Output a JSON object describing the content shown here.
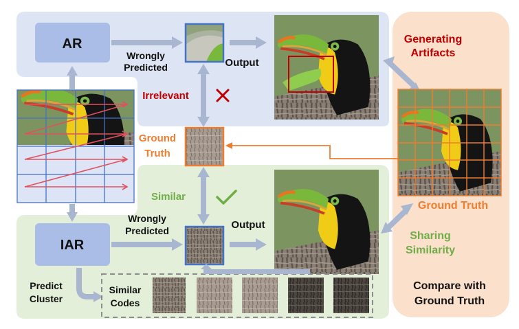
{
  "ar": {
    "block_label": "AR",
    "wrongly_predicted": [
      "Wrongly",
      "Predicted"
    ],
    "output_label": "Output",
    "irrelevant_label": "Irrelevant"
  },
  "ground_truth": {
    "label_lines": [
      "Ground",
      "Truth"
    ],
    "right_label": "Ground Truth"
  },
  "iar": {
    "block_label": "IAR",
    "wrongly_predicted": [
      "Wrongly",
      "Predicted"
    ],
    "output_label": "Output",
    "similar_label": "Similar",
    "predict_cluster": [
      "Predict",
      "Cluster"
    ],
    "similar_codes": [
      "Similar",
      "Codes"
    ]
  },
  "right_panel": {
    "generating_artifacts": [
      "Generating",
      "Artifacts"
    ],
    "sharing_similarity": [
      "Sharing",
      "Similarity"
    ],
    "compare": [
      "Compare with",
      "Ground Truth"
    ]
  },
  "colors": {
    "ar_bg": "#dde5f4",
    "iar_bg": "#e3efd9",
    "right_bg": "#fbe0cc",
    "block": "#a9bde6",
    "arrow": "#a9b6cf",
    "red": "#c00000",
    "orange": "#ed7d31",
    "green": "#70ad47",
    "blue": "#4472c4"
  },
  "icons": [
    "cross-icon",
    "check-icon"
  ]
}
